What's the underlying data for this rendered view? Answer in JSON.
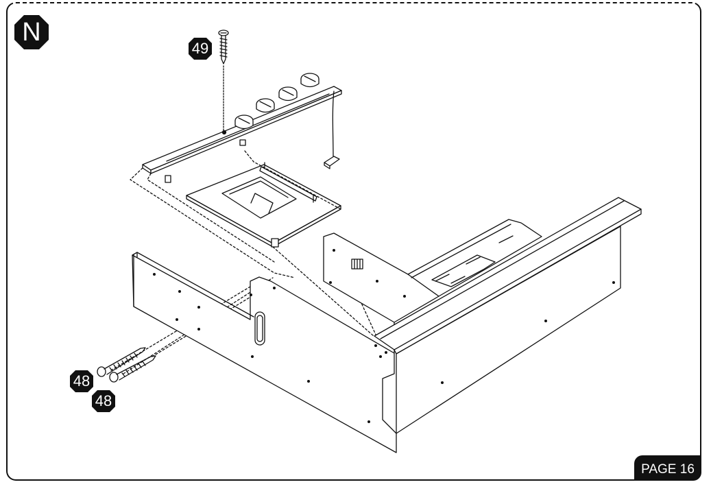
{
  "step": {
    "letter": "N"
  },
  "parts": [
    {
      "id": "49"
    },
    {
      "id": "48"
    },
    {
      "id": "48"
    }
  ],
  "footer": {
    "page_label": "PAGE 16"
  }
}
